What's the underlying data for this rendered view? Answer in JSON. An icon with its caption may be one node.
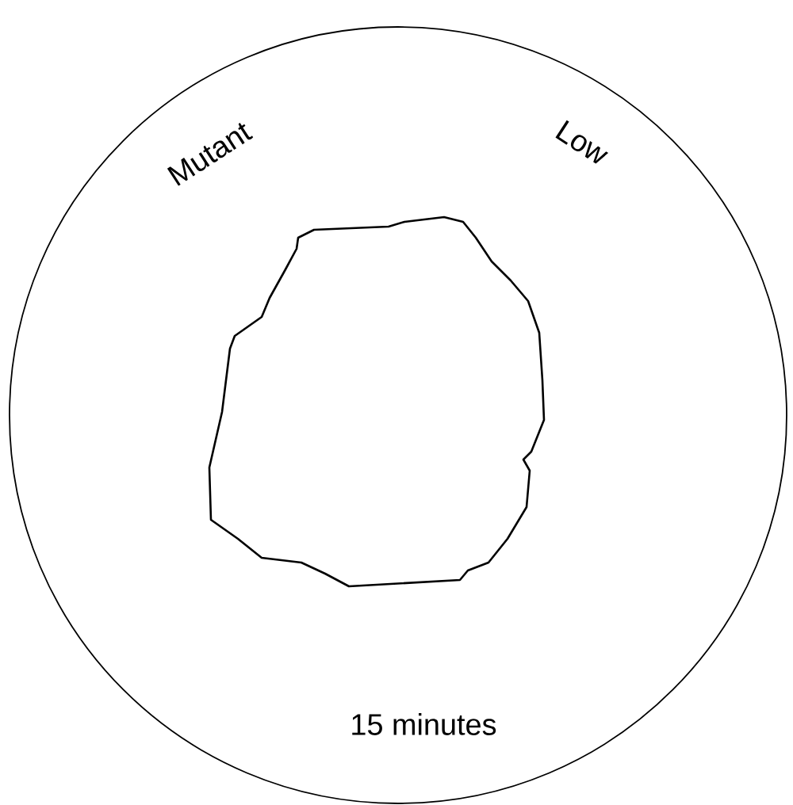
{
  "diagram": {
    "nodes": [
      {
        "text": [
          "Mutant",
          "Low",
          "15 minutes"
        ]
      },
      {
        "text": [],
        "shape": "blob",
        "in": 0
      }
    ]
  }
}
